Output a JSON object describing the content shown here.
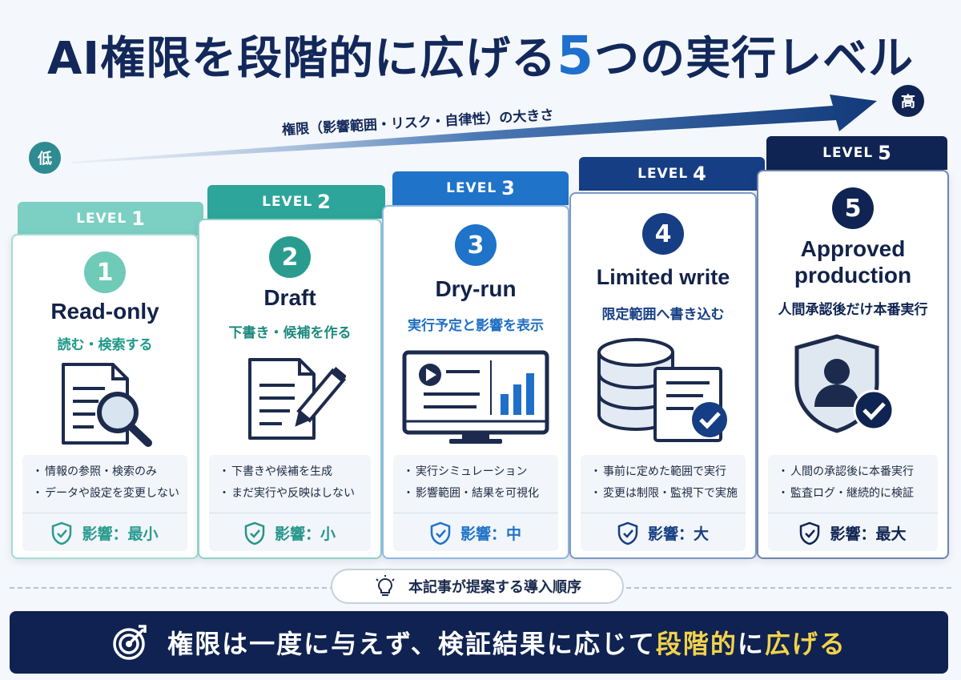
{
  "title": {
    "main": "AI権限を段階的に広げる",
    "number": "5",
    "rest": "つの実行レベル"
  },
  "scale": {
    "label": "権限（影響範囲・リスク・自律性）の大きさ",
    "low": "低",
    "high": "高"
  },
  "levels": [
    {
      "tab_prefix": "LEVEL",
      "tab_number": "1",
      "number": "1",
      "title_en": "Read-only",
      "title_jp": "読む・検索する",
      "bullets": [
        "情報の参照・検索のみ",
        "データや設定を変更しない"
      ],
      "impact": "影響：最小",
      "icon": "document-magnifier-icon",
      "color": "#2a9c8f"
    },
    {
      "tab_prefix": "LEVEL",
      "tab_number": "2",
      "number": "2",
      "title_en": "Draft",
      "title_jp": "下書き・候補を作る",
      "bullets": [
        "下書きや候補を生成",
        "まだ実行や反映はしない"
      ],
      "impact": "影響：小",
      "icon": "document-pencil-icon",
      "color": "#26958c"
    },
    {
      "tab_prefix": "LEVEL",
      "tab_number": "3",
      "number": "3",
      "title_en": "Dry-run",
      "title_jp": "実行予定と影響を表示",
      "bullets": [
        "実行シミュレーション",
        "影響範囲・結果を可視化"
      ],
      "impact": "影響：中",
      "icon": "monitor-chart-icon",
      "color": "#1f73c9"
    },
    {
      "tab_prefix": "LEVEL",
      "tab_number": "4",
      "number": "4",
      "title_en": "Limited write",
      "title_jp": "限定範囲へ書き込む",
      "bullets": [
        "事前に定めた範囲で実行",
        "変更は制限・監視下で実施"
      ],
      "impact": "影響：大",
      "icon": "database-check-icon",
      "color": "#163e84"
    },
    {
      "tab_prefix": "LEVEL",
      "tab_number": "5",
      "number": "5",
      "title_en_1": "Approved",
      "title_en_2": "production",
      "title_jp": "人間承認後だけ本番実行",
      "bullets": [
        "人間の承認後に本番実行",
        "監査ログ・継続的に検証"
      ],
      "impact": "影響：最大",
      "icon": "shield-user-check-icon",
      "color": "#0f2452"
    }
  ],
  "order_note": "本記事が提案する導入順序",
  "banner": {
    "text_before": "権限は一度に与えず、検証結果に応じて",
    "highlight": "段階的",
    "text_mid": "に",
    "highlight2": "広げる"
  }
}
